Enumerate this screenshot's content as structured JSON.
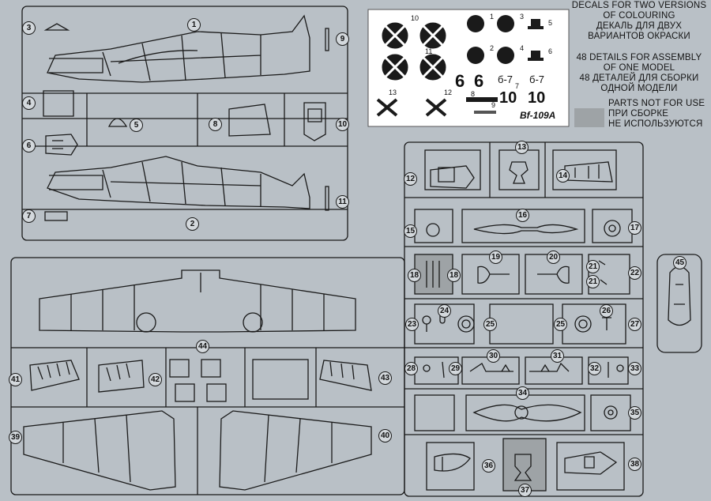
{
  "info": {
    "decals": [
      "DECALS FOR TWO VERSIONS",
      "OF COLOURING",
      "ДЕКАЛЬ ДЛЯ ДВУХ",
      "ВАРИАНТОВ ОКРАСКИ"
    ],
    "details": [
      "48 DETAILS FOR ASSEMBLY",
      "OF ONE MODEL",
      "48 ДЕТАЛЕЙ ДЛЯ СБОРКИ",
      "ОДНОЙ МОДЕЛИ"
    ],
    "not_for_use": [
      "PARTS NOT FOR USE",
      "ПРИ СБОРКЕ",
      "НЕ ИСПОЛЬЗУЮТСЯ"
    ]
  },
  "decal_sheet": {
    "six_a": "6",
    "six_b": "6",
    "b7_a": "б-7",
    "b7_b": "б-7",
    "ten_a": "10",
    "ten_b": "10",
    "title": "Bf-109A",
    "small_numbers": [
      "10",
      "1",
      "2",
      "3",
      "4",
      "5",
      "6",
      "7",
      "8",
      "9",
      "11",
      "12",
      "13"
    ]
  },
  "part_numbers": [
    "1",
    "2",
    "3",
    "4",
    "5",
    "6",
    "7",
    "8",
    "9",
    "10",
    "11",
    "12",
    "13",
    "14",
    "15",
    "16",
    "17",
    "18",
    "18",
    "19",
    "20",
    "21",
    "21",
    "22",
    "23",
    "24",
    "25",
    "25",
    "26",
    "27",
    "28",
    "29",
    "30",
    "31",
    "32",
    "33",
    "34",
    "35",
    "36",
    "37",
    "38",
    "39",
    "40",
    "41",
    "42",
    "43",
    "44",
    "45"
  ],
  "colors": {
    "paper": "#b9c0c6",
    "ink": "#1a1a1a",
    "greyed_part": "#9ea3a6",
    "decal_sheet": "#ffffff"
  }
}
